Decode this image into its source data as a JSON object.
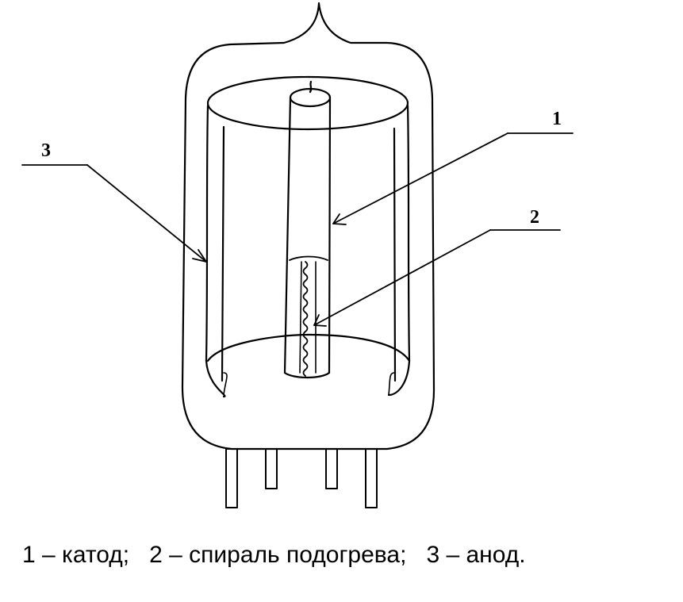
{
  "callouts": {
    "cathode": "1",
    "heater": "2",
    "anode": "3"
  },
  "caption": {
    "item1": "1 – катод;",
    "item2": "2 – спираль подогрева;",
    "item3": "3 – анод."
  }
}
